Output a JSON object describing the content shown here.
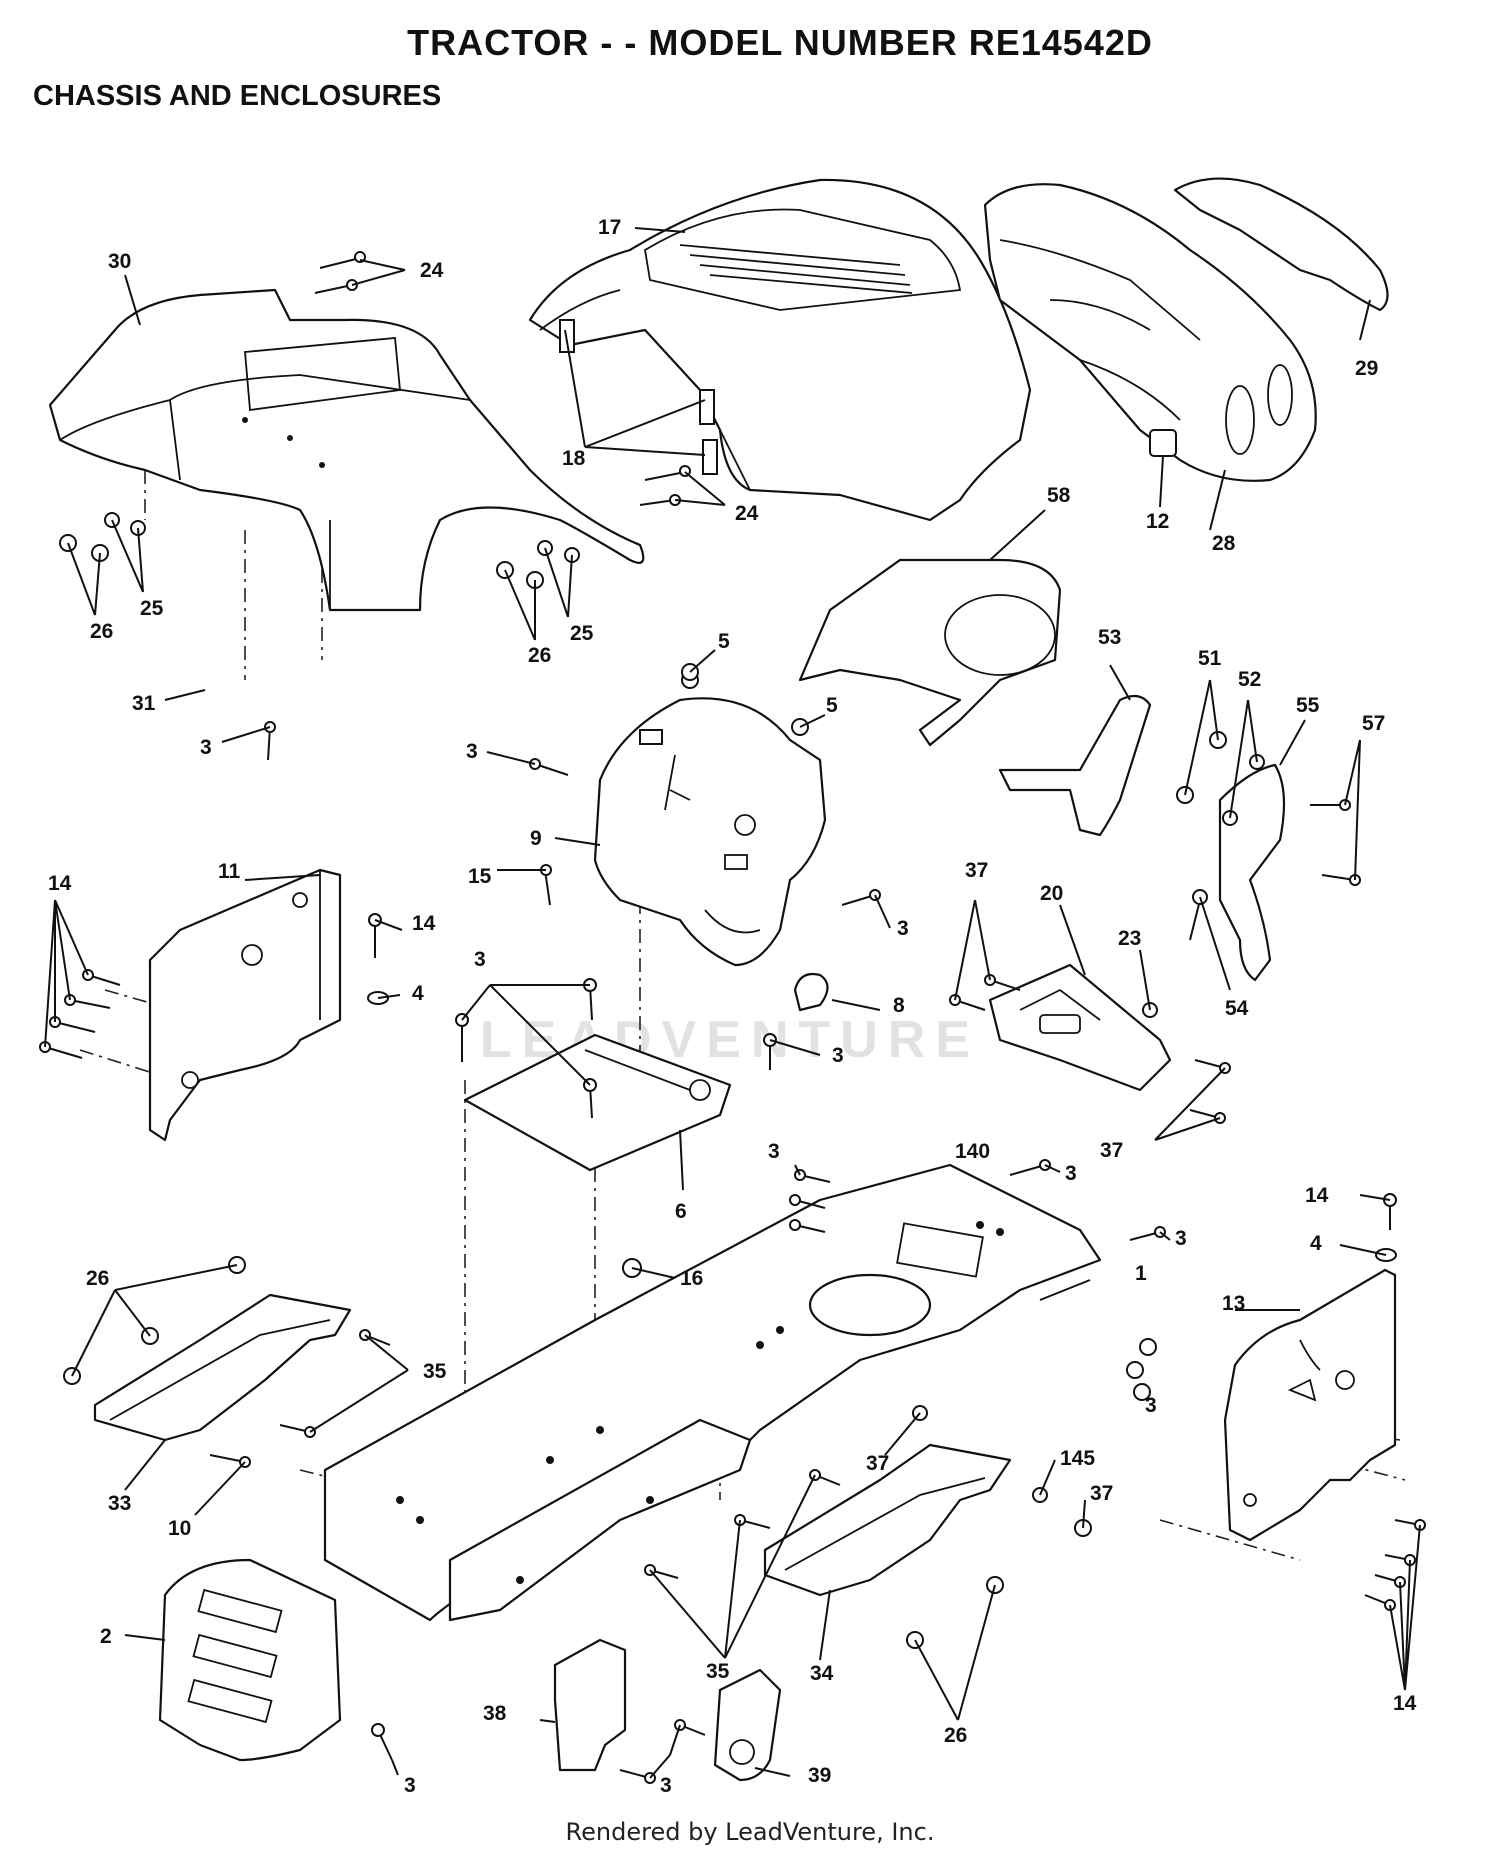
{
  "title": "TRACTOR - - MODEL NUMBER RE14542D",
  "subtitle": "CHASSIS AND ENCLOSURES",
  "watermark": "LEADVENTURE",
  "footer": "Rendered by LeadVenture, Inc.",
  "callouts": {
    "c17": "17",
    "c30": "30",
    "c24a": "24",
    "c24b": "24",
    "c29": "29",
    "c18": "18",
    "c12": "12",
    "c28": "28",
    "c58": "58",
    "c25a": "25",
    "c26a": "26",
    "c25b": "25",
    "c26b": "26",
    "c5a": "5",
    "c5b": "5",
    "c53": "53",
    "c51": "51",
    "c52": "52",
    "c55": "55",
    "c57": "57",
    "c31": "31",
    "c3a": "3",
    "c3b": "3",
    "c9": "9",
    "c15": "15",
    "c3c": "3",
    "c37a": "37",
    "c20": "20",
    "c23": "23",
    "c54": "54",
    "c11": "11",
    "c14a": "14",
    "c14b": "14",
    "c4a": "4",
    "c3d": "3",
    "c8": "8",
    "c3e": "3",
    "c37b": "37",
    "c6": "6",
    "c3f": "3",
    "c140": "140",
    "c3g": "3",
    "c3h": "3",
    "c14c": "14",
    "c4b": "4",
    "c1": "1",
    "c13": "13",
    "c16": "16",
    "c26c": "26",
    "c35a": "35",
    "c3i": "3",
    "c37c": "37",
    "c145": "145",
    "c37d": "37",
    "c33": "33",
    "c10": "10",
    "c2": "2",
    "c35b": "35",
    "c34": "34",
    "c14d": "14",
    "c38": "38",
    "c26d": "26",
    "c3j": "3",
    "c3k": "3",
    "c39": "39"
  }
}
